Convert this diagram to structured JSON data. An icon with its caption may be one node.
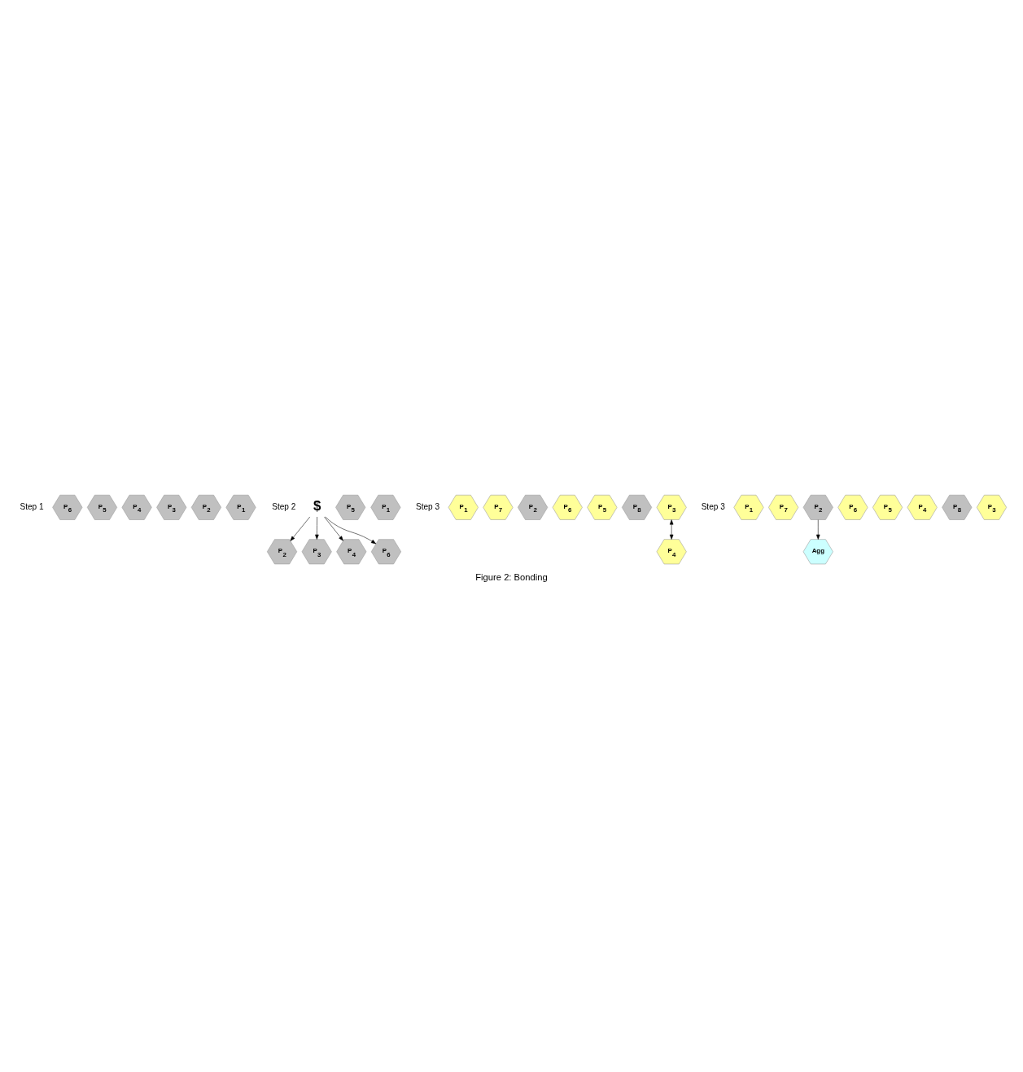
{
  "diagram": {
    "caption": "Figure 2: Bonding",
    "nodes": [
      {
        "text": [
          "P$_{1}$"
        ]
      },
      {
        "text": [
          "P$_{2}$"
        ]
      },
      {
        "text": [
          "P$_{3}$"
        ]
      },
      {
        "text": [
          "P$_{4}$"
        ]
      },
      {
        "text": [
          "P$_{5}$"
        ]
      },
      {
        "text": [
          "P$_{6}$"
        ]
      },
      {
        "text": [
          "P$_{1}$"
        ]
      },
      {
        "text": [
          "P$_{2}$"
        ]
      },
      {
        "text": [
          "P$_{3}$"
        ]
      },
      {
        "text": [
          "P$_{4}$"
        ]
      },
      {
        "text": [
          "P$_{5}$"
        ]
      },
      {
        "text": [
          "P$_{6}$"
        ]
      },
      {
        "text": [
          "$"
        ]
      },
      {
        "text": [
          "P$_{3}$"
        ]
      },
      {
        "text": [
          "P$_{8}$"
        ]
      },
      {
        "text": [
          "P$_{4}$"
        ]
      },
      {
        "text": [
          "P$_{5}$"
        ]
      },
      {
        "text": [
          "P$_{6}$"
        ]
      },
      {
        "text": [
          "P$_{2}$"
        ]
      },
      {
        "text": [
          "P$_{7}$"
        ]
      },
      {
        "text": [
          "P$_{1}$"
        ]
      },
      {
        "text": [
          "P$_{3}$"
        ]
      },
      {
        "text": [
          "P$_{8}$"
        ]
      },
      {
        "text": [
          "P$_{4}$"
        ]
      },
      {
        "text": [
          "P$_{5}$"
        ]
      },
      {
        "text": [
          "P$_{6}$"
        ]
      },
      {
        "text": [
          "P$_{2}$"
        ]
      },
      {
        "text": [
          "P$_{7}$"
        ]
      },
      {
        "text": [
          "P$_{1}$"
        ]
      },
      {
        "text": [
          "Agg"
        ]
      }
    ],
    "edges": [
      {
        "from": 12,
        "to": 8,
        "arrow": "to"
      },
      {
        "from": 12,
        "to": 7,
        "arrow": "to"
      },
      {
        "from": 12,
        "to": 9,
        "arrow": "to"
      },
      {
        "from": 12,
        "to": 11,
        "arrow": "to"
      },
      {
        "from": 13,
        "to": 15,
        "arrow": "both"
      },
      {
        "from": 26,
        "to": 29,
        "arrow": "to"
      }
    ],
    "labels": [
      "Step 1",
      "Step 2",
      "Step 3",
      "Step 3"
    ]
  }
}
